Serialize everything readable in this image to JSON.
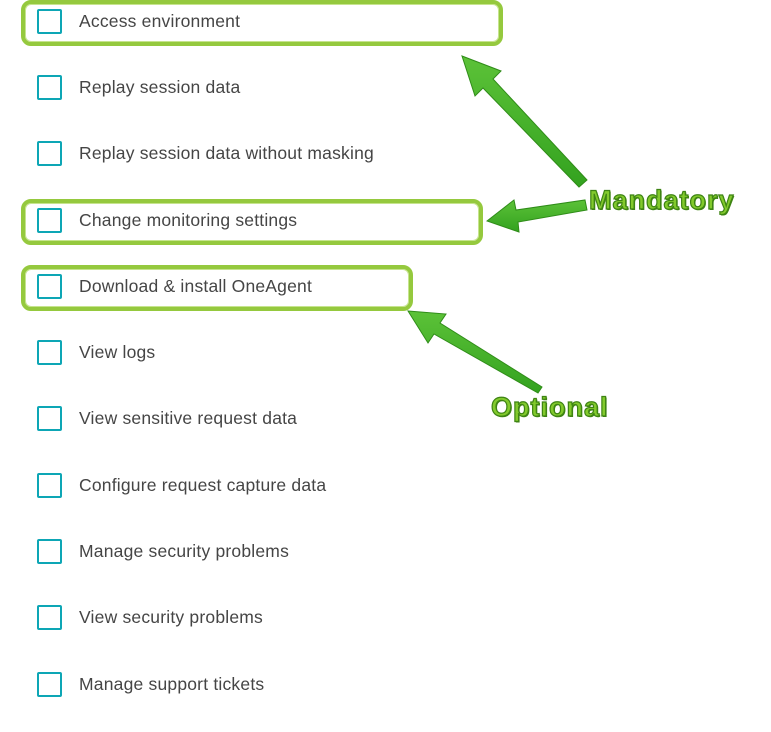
{
  "checkbox_list": {
    "items": [
      {
        "label": "Access environment",
        "checked": false,
        "highlight": "mandatory"
      },
      {
        "label": "Replay session data",
        "checked": false,
        "highlight": null
      },
      {
        "label": "Replay session data without masking",
        "checked": false,
        "highlight": null
      },
      {
        "label": "Change monitoring settings",
        "checked": false,
        "highlight": "mandatory"
      },
      {
        "label": "Download & install OneAgent",
        "checked": false,
        "highlight": "optional"
      },
      {
        "label": "View logs",
        "checked": false,
        "highlight": null
      },
      {
        "label": "View sensitive request data",
        "checked": false,
        "highlight": null
      },
      {
        "label": "Configure request capture data",
        "checked": false,
        "highlight": null
      },
      {
        "label": "Manage security problems",
        "checked": false,
        "highlight": null
      },
      {
        "label": "View security problems",
        "checked": false,
        "highlight": null
      },
      {
        "label": "Manage support tickets",
        "checked": false,
        "highlight": null
      }
    ]
  },
  "annotations": {
    "mandatory_label": "Mandatory",
    "optional_label": "Optional"
  },
  "colors": {
    "checkbox_border": "#0da6b5",
    "highlight_border": "#95c93e",
    "arrow_green": "#44b62a",
    "annotation_text": "#82ca2c",
    "annotation_outline": "#3e8413",
    "label_text": "#454545",
    "background": "#ffffff"
  }
}
